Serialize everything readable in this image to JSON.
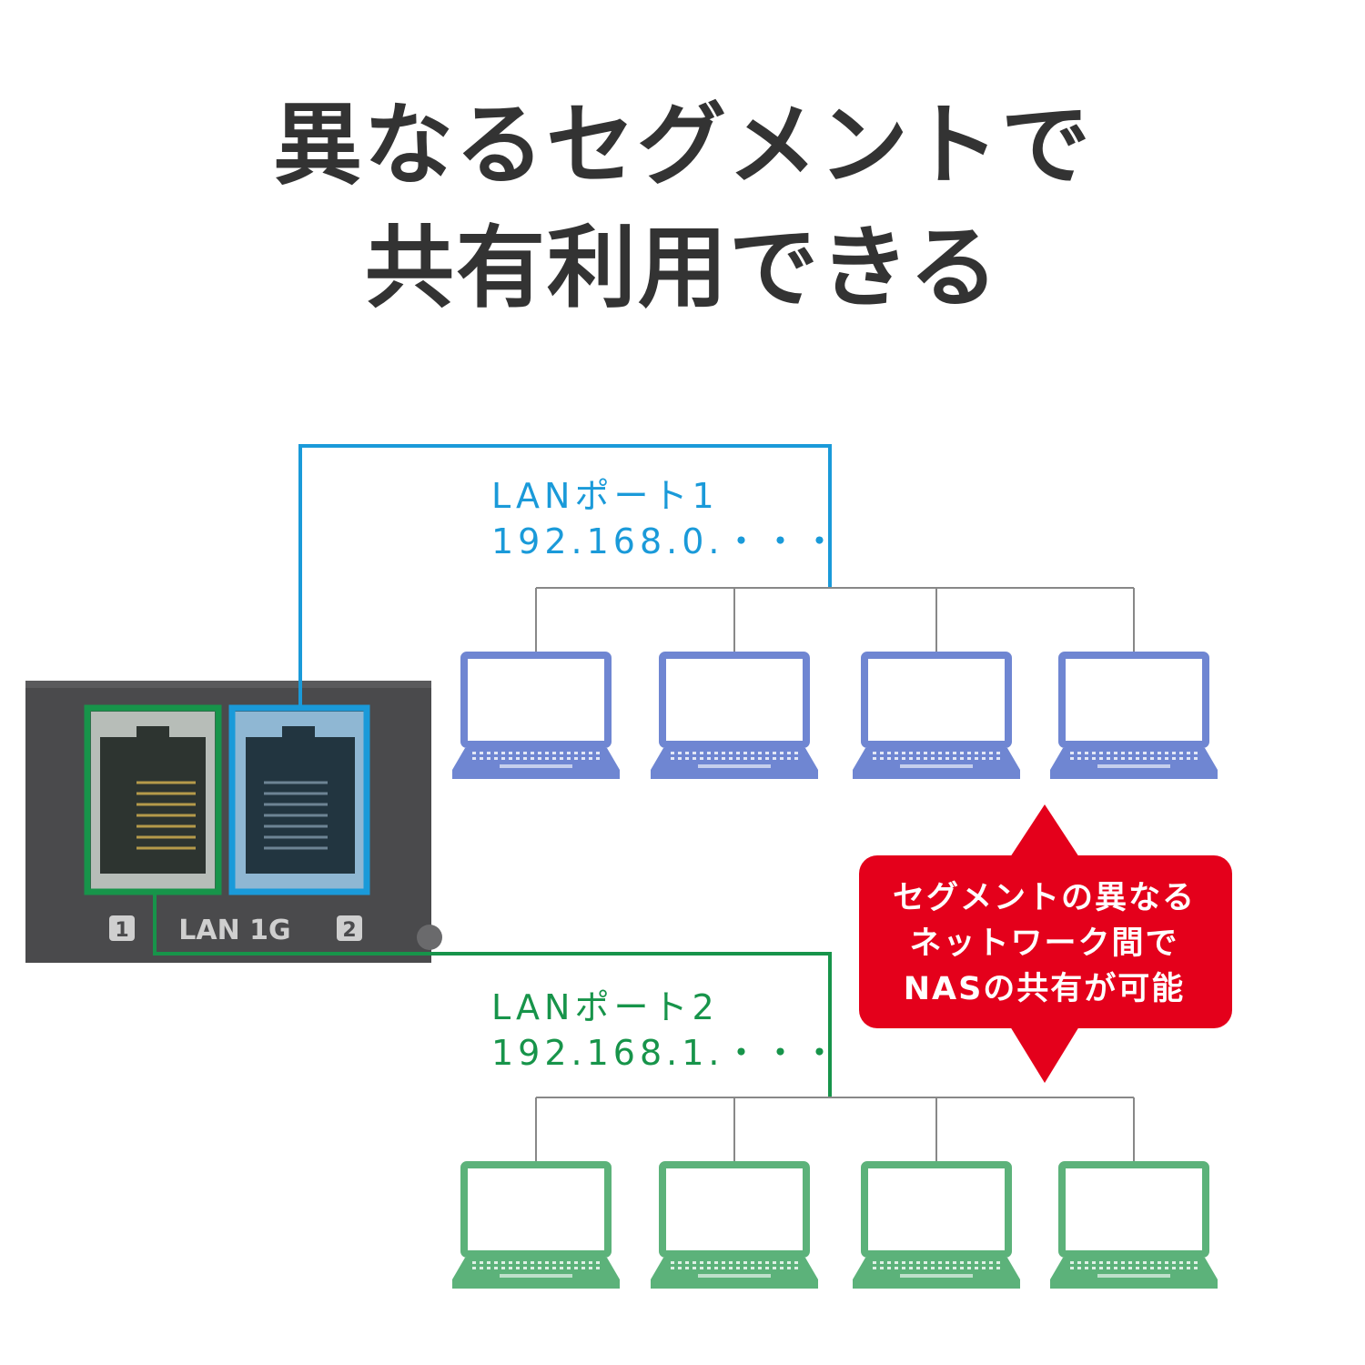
{
  "title": {
    "line1": "異なるセグメントで",
    "line2": "共有利用できる"
  },
  "ports": {
    "lan1": {
      "name": "LANポート1",
      "ip": "192.168.0.・・・",
      "color": "#1a9ad9"
    },
    "lan2": {
      "name": "LANポート2",
      "ip": "192.168.1.・・・",
      "color": "#17944a"
    }
  },
  "device": {
    "label": "LAN 1G",
    "port1_number": "1",
    "port2_number": "2"
  },
  "callout": {
    "lines": [
      "セグメントの異なる",
      "ネットワーク間で",
      "NASの共有が可能"
    ],
    "color": "#e4001b"
  },
  "laptops": {
    "segment1": {
      "count": 4,
      "color": "#6f86d2"
    },
    "segment2": {
      "count": 4,
      "color": "#5cb27a"
    }
  }
}
